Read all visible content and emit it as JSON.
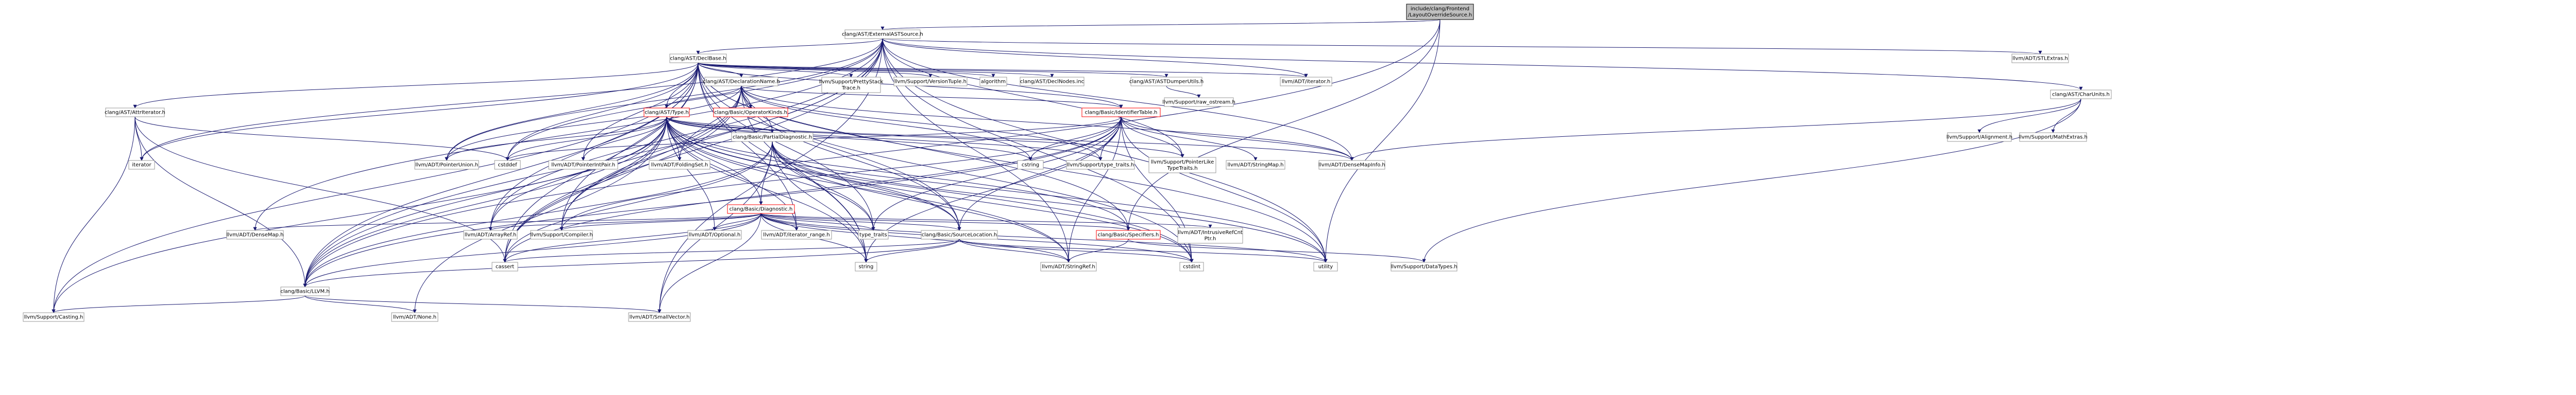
{
  "diagram_title": "",
  "colors": {
    "edge": "#191970",
    "node_border": "#999999",
    "node_border_red": "#ff0000",
    "root_fill": "#bfbfbf"
  },
  "nodes": [
    {
      "id": "root",
      "lines": [
        "include/clang/Frontend",
        "/LayoutOverrideSource.h"
      ],
      "style": "root"
    },
    {
      "id": "ext",
      "lines": [
        "clang/AST/ExternalASTSource.h"
      ],
      "style": "normal"
    },
    {
      "id": "declbase",
      "lines": [
        "clang/AST/DeclBase.h"
      ],
      "style": "normal"
    },
    {
      "id": "stlextras",
      "lines": [
        "llvm/ADT/STLExtras.h"
      ],
      "style": "normal"
    },
    {
      "id": "charunits",
      "lines": [
        "clang/AST/CharUnits.h"
      ],
      "style": "normal"
    },
    {
      "id": "declname",
      "lines": [
        "clang/AST/DeclarationName.h"
      ],
      "style": "normal"
    },
    {
      "id": "prettystack",
      "lines": [
        "llvm/Support/PrettyStack",
        "Trace.h"
      ],
      "style": "normal"
    },
    {
      "id": "versiontuple",
      "lines": [
        "llvm/Support/VersionTuple.h"
      ],
      "style": "normal"
    },
    {
      "id": "algorithm",
      "lines": [
        "algorithm"
      ],
      "style": "normal"
    },
    {
      "id": "declnodes",
      "lines": [
        "clang/AST/DeclNodes.inc"
      ],
      "style": "normal"
    },
    {
      "id": "astdumper",
      "lines": [
        "clang/AST/ASTDumperUtils.h"
      ],
      "style": "normal"
    },
    {
      "id": "adtiterator",
      "lines": [
        "llvm/ADT/iterator.h"
      ],
      "style": "normal"
    },
    {
      "id": "attriter",
      "lines": [
        "clang/AST/AttrIterator.h"
      ],
      "style": "normal"
    },
    {
      "id": "type",
      "lines": [
        "clang/AST/Type.h"
      ],
      "style": "red"
    },
    {
      "id": "opkinds",
      "lines": [
        "clang/Basic/OperatorKinds.h"
      ],
      "style": "red"
    },
    {
      "id": "identtable",
      "lines": [
        "clang/Basic/IdentifierTable.h"
      ],
      "style": "red"
    },
    {
      "id": "rawostream",
      "lines": [
        "llvm/Support/raw_ostream.h"
      ],
      "style": "normal"
    },
    {
      "id": "alignment",
      "lines": [
        "llvm/Support/Alignment.h"
      ],
      "style": "normal"
    },
    {
      "id": "mathextras",
      "lines": [
        "llvm/Support/MathExtras.h"
      ],
      "style": "normal"
    },
    {
      "id": "iterator",
      "lines": [
        "iterator"
      ],
      "style": "normal"
    },
    {
      "id": "ptrunion",
      "lines": [
        "llvm/ADT/PointerUnion.h"
      ],
      "style": "normal"
    },
    {
      "id": "cstddef",
      "lines": [
        "cstddef"
      ],
      "style": "normal"
    },
    {
      "id": "ptrintpair",
      "lines": [
        "llvm/ADT/PointerIntPair.h"
      ],
      "style": "normal"
    },
    {
      "id": "foldingset",
      "lines": [
        "llvm/ADT/FoldingSet.h"
      ],
      "style": "normal"
    },
    {
      "id": "partialdiag",
      "lines": [
        "clang/Basic/PartialDiagnostic.h"
      ],
      "style": "normal"
    },
    {
      "id": "cstring",
      "lines": [
        "cstring"
      ],
      "style": "normal"
    },
    {
      "id": "typetraitsllvm",
      "lines": [
        "llvm/Support/type_traits.h"
      ],
      "style": "normal"
    },
    {
      "id": "ptrliketraits",
      "lines": [
        "llvm/Support/PointerLike",
        "TypeTraits.h"
      ],
      "style": "normal"
    },
    {
      "id": "stringmap",
      "lines": [
        "llvm/ADT/StringMap.h"
      ],
      "style": "normal"
    },
    {
      "id": "densemapinfo",
      "lines": [
        "llvm/ADT/DenseMapInfo.h"
      ],
      "style": "normal"
    },
    {
      "id": "diagnostic",
      "lines": [
        "clang/Basic/Diagnostic.h"
      ],
      "style": "red"
    },
    {
      "id": "densemap",
      "lines": [
        "llvm/ADT/DenseMap.h"
      ],
      "style": "normal"
    },
    {
      "id": "arrayref",
      "lines": [
        "llvm/ADT/ArrayRef.h"
      ],
      "style": "normal"
    },
    {
      "id": "compiler",
      "lines": [
        "llvm/Support/Compiler.h"
      ],
      "style": "normal"
    },
    {
      "id": "optional",
      "lines": [
        "llvm/ADT/Optional.h"
      ],
      "style": "normal"
    },
    {
      "id": "iterrange",
      "lines": [
        "llvm/ADT/iterator_range.h"
      ],
      "style": "normal"
    },
    {
      "id": "typetraits",
      "lines": [
        "type_traits"
      ],
      "style": "normal"
    },
    {
      "id": "srcloc",
      "lines": [
        "clang/Basic/SourceLocation.h"
      ],
      "style": "normal"
    },
    {
      "id": "specifiers",
      "lines": [
        "clang/Basic/Specifiers.h"
      ],
      "style": "red"
    },
    {
      "id": "intrusiveref",
      "lines": [
        "llvm/ADT/IntrusiveRefCnt",
        "Ptr.h"
      ],
      "style": "normal"
    },
    {
      "id": "cassert",
      "lines": [
        "cassert"
      ],
      "style": "normal"
    },
    {
      "id": "string",
      "lines": [
        "string"
      ],
      "style": "normal"
    },
    {
      "id": "stringref",
      "lines": [
        "llvm/ADT/StringRef.h"
      ],
      "style": "normal"
    },
    {
      "id": "cstdint",
      "lines": [
        "cstdint"
      ],
      "style": "normal"
    },
    {
      "id": "utility",
      "lines": [
        "utility"
      ],
      "style": "normal"
    },
    {
      "id": "datatypes",
      "lines": [
        "llvm/Support/DataTypes.h"
      ],
      "style": "normal"
    },
    {
      "id": "llvmh",
      "lines": [
        "clang/Basic/LLVM.h"
      ],
      "style": "normal"
    },
    {
      "id": "casting",
      "lines": [
        "llvm/Support/Casting.h"
      ],
      "style": "normal"
    },
    {
      "id": "none",
      "lines": [
        "llvm/ADT/None.h"
      ],
      "style": "normal"
    },
    {
      "id": "smallvector",
      "lines": [
        "llvm/ADT/SmallVector.h"
      ],
      "style": "normal"
    }
  ],
  "edges": [
    [
      "root",
      "ext"
    ],
    [
      "root",
      "llvmh"
    ],
    [
      "root",
      "utility"
    ],
    [
      "root",
      "specifiers"
    ],
    [
      "ext",
      "declbase"
    ],
    [
      "ext",
      "charunits"
    ],
    [
      "ext",
      "stlextras"
    ],
    [
      "ext",
      "adtiterator"
    ],
    [
      "ext",
      "smallvector"
    ],
    [
      "ext",
      "ptrunion"
    ],
    [
      "ext",
      "cstddef"
    ],
    [
      "ext",
      "cstdint"
    ],
    [
      "ext",
      "iterator"
    ],
    [
      "ext",
      "utility"
    ],
    [
      "ext",
      "cassert"
    ],
    [
      "ext",
      "densemap"
    ],
    [
      "ext",
      "arrayref"
    ],
    [
      "ext",
      "stringref"
    ],
    [
      "ext",
      "llvmh"
    ],
    [
      "ext",
      "ptrliketraits"
    ],
    [
      "ext",
      "compiler"
    ],
    [
      "ext",
      "densemapinfo"
    ],
    [
      "declbase",
      "declname"
    ],
    [
      "declbase",
      "prettystack"
    ],
    [
      "declbase",
      "versiontuple"
    ],
    [
      "declbase",
      "algorithm"
    ],
    [
      "declbase",
      "declnodes"
    ],
    [
      "declbase",
      "astdumper"
    ],
    [
      "declbase",
      "adtiterator"
    ],
    [
      "declbase",
      "attriter"
    ],
    [
      "declbase",
      "identtable"
    ],
    [
      "declbase",
      "type"
    ],
    [
      "declbase",
      "iterator"
    ],
    [
      "declbase",
      "cstddef"
    ],
    [
      "declbase",
      "ptrunion"
    ],
    [
      "declbase",
      "ptrintpair"
    ],
    [
      "declbase",
      "arrayref"
    ],
    [
      "declbase",
      "compiler"
    ],
    [
      "declbase",
      "iterrange"
    ],
    [
      "declbase",
      "specifiers"
    ],
    [
      "declbase",
      "srcloc"
    ],
    [
      "declbase",
      "llvmh"
    ],
    [
      "declbase",
      "casting"
    ],
    [
      "declbase",
      "cassert"
    ],
    [
      "declbase",
      "string"
    ],
    [
      "declbase",
      "typetraits"
    ],
    [
      "declbase",
      "utility"
    ],
    [
      "charunits",
      "densemapinfo"
    ],
    [
      "charunits",
      "alignment"
    ],
    [
      "charunits",
      "mathextras"
    ],
    [
      "charunits",
      "datatypes"
    ],
    [
      "astdumper",
      "rawostream"
    ],
    [
      "declname",
      "type"
    ],
    [
      "declname",
      "opkinds"
    ],
    [
      "declname",
      "identtable"
    ],
    [
      "declname",
      "partialdiag"
    ],
    [
      "declname",
      "srcloc"
    ],
    [
      "declname",
      "llvmh"
    ],
    [
      "declname",
      "densemapinfo"
    ],
    [
      "declname",
      "foldingset"
    ],
    [
      "declname",
      "ptrunion"
    ],
    [
      "declname",
      "compiler"
    ],
    [
      "declname",
      "typetraitsllvm"
    ],
    [
      "declname",
      "cassert"
    ],
    [
      "declname",
      "cstdint"
    ],
    [
      "declname",
      "cstring"
    ],
    [
      "declname",
      "string"
    ],
    [
      "attriter",
      "casting"
    ],
    [
      "attriter",
      "cassert"
    ],
    [
      "attriter",
      "cstddef"
    ],
    [
      "attriter",
      "iterator"
    ],
    [
      "attriter",
      "llvmh"
    ],
    [
      "type",
      "partialdiag"
    ],
    [
      "type",
      "diagnostic"
    ],
    [
      "type",
      "srcloc"
    ],
    [
      "type",
      "specifiers"
    ],
    [
      "type",
      "llvmh"
    ],
    [
      "type",
      "ptrintpair"
    ],
    [
      "type",
      "ptrunion"
    ],
    [
      "type",
      "foldingset"
    ],
    [
      "type",
      "arrayref"
    ],
    [
      "type",
      "optional"
    ],
    [
      "type",
      "iterrange"
    ],
    [
      "type",
      "stringref"
    ],
    [
      "type",
      "none"
    ],
    [
      "type",
      "compiler"
    ],
    [
      "type",
      "casting"
    ],
    [
      "type",
      "typetraitsllvm"
    ],
    [
      "type",
      "ptrliketraits"
    ],
    [
      "type",
      "cassert"
    ],
    [
      "type",
      "cstddef"
    ],
    [
      "type",
      "cstdint"
    ],
    [
      "type",
      "cstring"
    ],
    [
      "type",
      "string"
    ],
    [
      "type",
      "typetraits"
    ],
    [
      "type",
      "utility"
    ],
    [
      "type",
      "densemapinfo"
    ],
    [
      "identtable",
      "cstring"
    ],
    [
      "identtable",
      "typetraitsllvm"
    ],
    [
      "identtable",
      "ptrliketraits"
    ],
    [
      "identtable",
      "stringmap"
    ],
    [
      "identtable",
      "densemapinfo"
    ],
    [
      "identtable",
      "stringref"
    ],
    [
      "identtable",
      "llvmh"
    ],
    [
      "identtable",
      "cassert"
    ],
    [
      "identtable",
      "cstddef"
    ],
    [
      "identtable",
      "cstdint"
    ],
    [
      "identtable",
      "string"
    ],
    [
      "identtable",
      "utility"
    ],
    [
      "identtable",
      "srcloc"
    ],
    [
      "identtable",
      "typetraits"
    ],
    [
      "identtable",
      "compiler"
    ],
    [
      "partialdiag",
      "diagnostic"
    ],
    [
      "partialdiag",
      "srcloc"
    ],
    [
      "partialdiag",
      "llvmh"
    ],
    [
      "partialdiag",
      "smallvector"
    ],
    [
      "partialdiag",
      "stringref"
    ],
    [
      "partialdiag",
      "cassert"
    ],
    [
      "partialdiag",
      "cstdint"
    ],
    [
      "partialdiag",
      "string"
    ],
    [
      "partialdiag",
      "typetraits"
    ],
    [
      "partialdiag",
      "utility"
    ],
    [
      "diagnostic",
      "densemap"
    ],
    [
      "diagnostic",
      "arrayref"
    ],
    [
      "diagnostic",
      "compiler"
    ],
    [
      "diagnostic",
      "optional"
    ],
    [
      "diagnostic",
      "iterrange"
    ],
    [
      "diagnostic",
      "typetraits"
    ],
    [
      "diagnostic",
      "srcloc"
    ],
    [
      "diagnostic",
      "specifiers"
    ],
    [
      "diagnostic",
      "intrusiveref"
    ],
    [
      "diagnostic",
      "llvmh"
    ],
    [
      "diagnostic",
      "cassert"
    ],
    [
      "diagnostic",
      "string"
    ],
    [
      "diagnostic",
      "stringref"
    ],
    [
      "diagnostic",
      "cstdint"
    ],
    [
      "diagnostic",
      "utility"
    ],
    [
      "diagnostic",
      "smallvector"
    ],
    [
      "srcloc",
      "llvmh"
    ],
    [
      "srcloc",
      "stringref"
    ],
    [
      "srcloc",
      "cassert"
    ],
    [
      "srcloc",
      "cstdint"
    ],
    [
      "srcloc",
      "string"
    ],
    [
      "srcloc",
      "utility"
    ],
    [
      "specifiers",
      "datatypes"
    ],
    [
      "specifiers",
      "stringref"
    ],
    [
      "llvmh",
      "casting"
    ],
    [
      "llvmh",
      "none"
    ],
    [
      "llvmh",
      "smallvector"
    ]
  ]
}
